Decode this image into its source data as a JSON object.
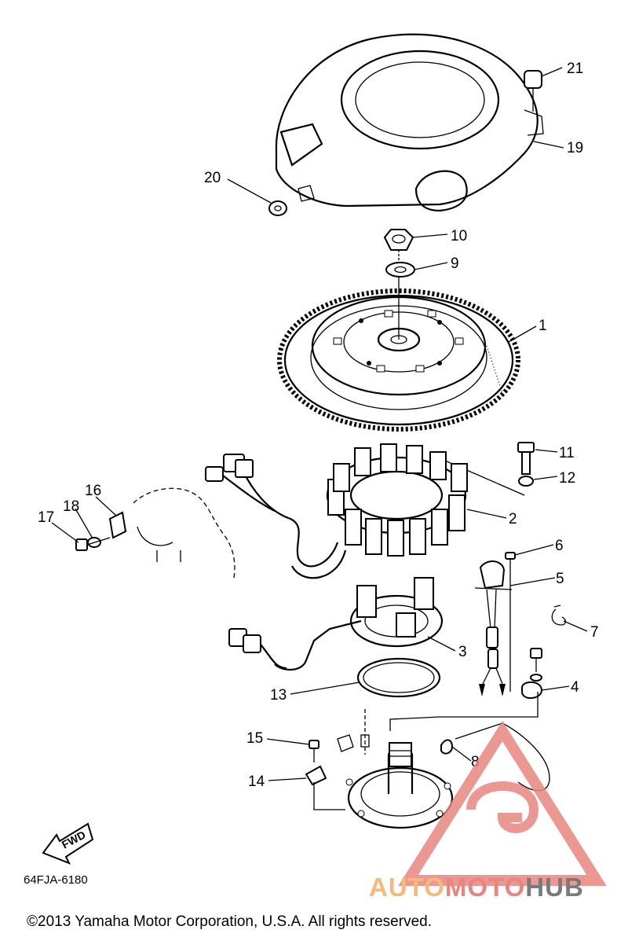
{
  "diagram_code": "64FJA-6180",
  "fwd_label": "FWD",
  "copyright": "©2013 Yamaha Motor Corporation, U.S.A. All rights reserved.",
  "watermark": {
    "part1": "AUTO",
    "part2": "MOTO",
    "part3": "HUB",
    "color1": "#f5b97a",
    "color2": "#e8857f",
    "color3": "#7a7a7a"
  },
  "callouts": [
    "1",
    "2",
    "3",
    "4",
    "5",
    "6",
    "7",
    "8",
    "9",
    "10",
    "11",
    "12",
    "13",
    "14",
    "15",
    "16",
    "17",
    "18",
    "19",
    "20",
    "21"
  ]
}
